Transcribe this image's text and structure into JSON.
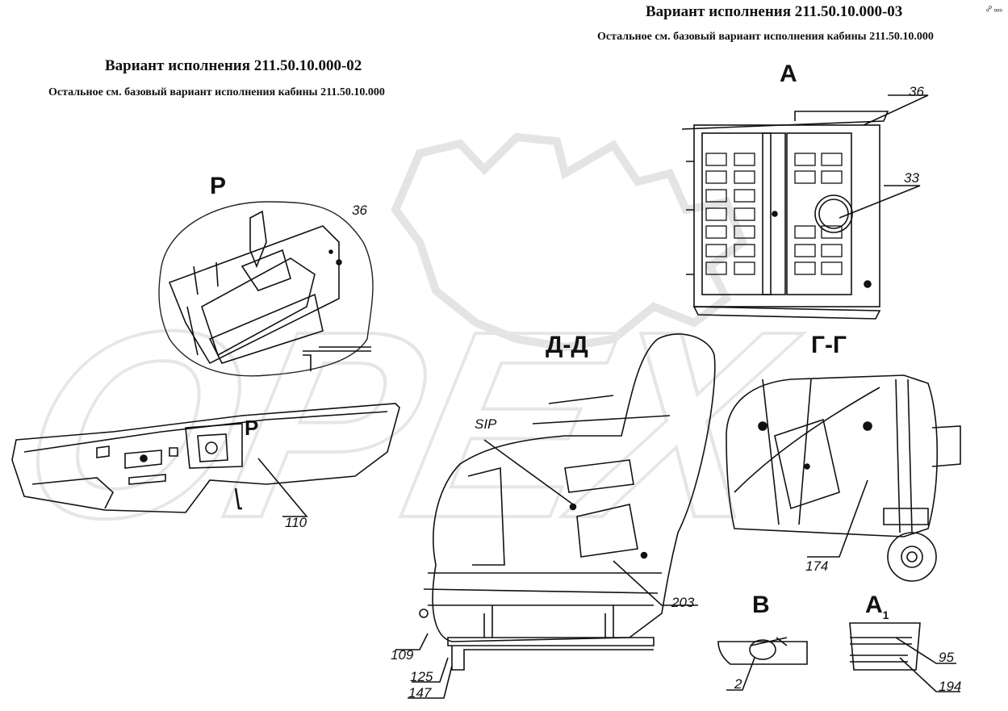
{
  "titles": {
    "variant_02": "Вариант исполнения 211.50.10.000-02",
    "note_02": "Остальное см. базовый вариант исполнения кабины 211.50.10.000",
    "variant_03": "Вариант исполнения 211.50.10.000-03",
    "note_03": "Остальное см. базовый вариант исполнения кабины 211.50.10.000"
  },
  "corner_mark": "ₒᴾ ₒₒₒ",
  "watermark": "OPEX",
  "views": {
    "p_detail": "Р",
    "p_main": "Р",
    "a": "А",
    "d": "Д-Д",
    "g": "Г-Г",
    "v": "В",
    "a1_letter": "А",
    "a1_sub": "1"
  },
  "callouts": {
    "c36_p": "36",
    "c36_a": "36",
    "c33": "33",
    "c110": "110",
    "sip": "SIP",
    "c203": "203",
    "c109": "109",
    "c125": "125",
    "c147": "147",
    "c174": "174",
    "c2": "2",
    "c95": "95",
    "c194": "194"
  }
}
